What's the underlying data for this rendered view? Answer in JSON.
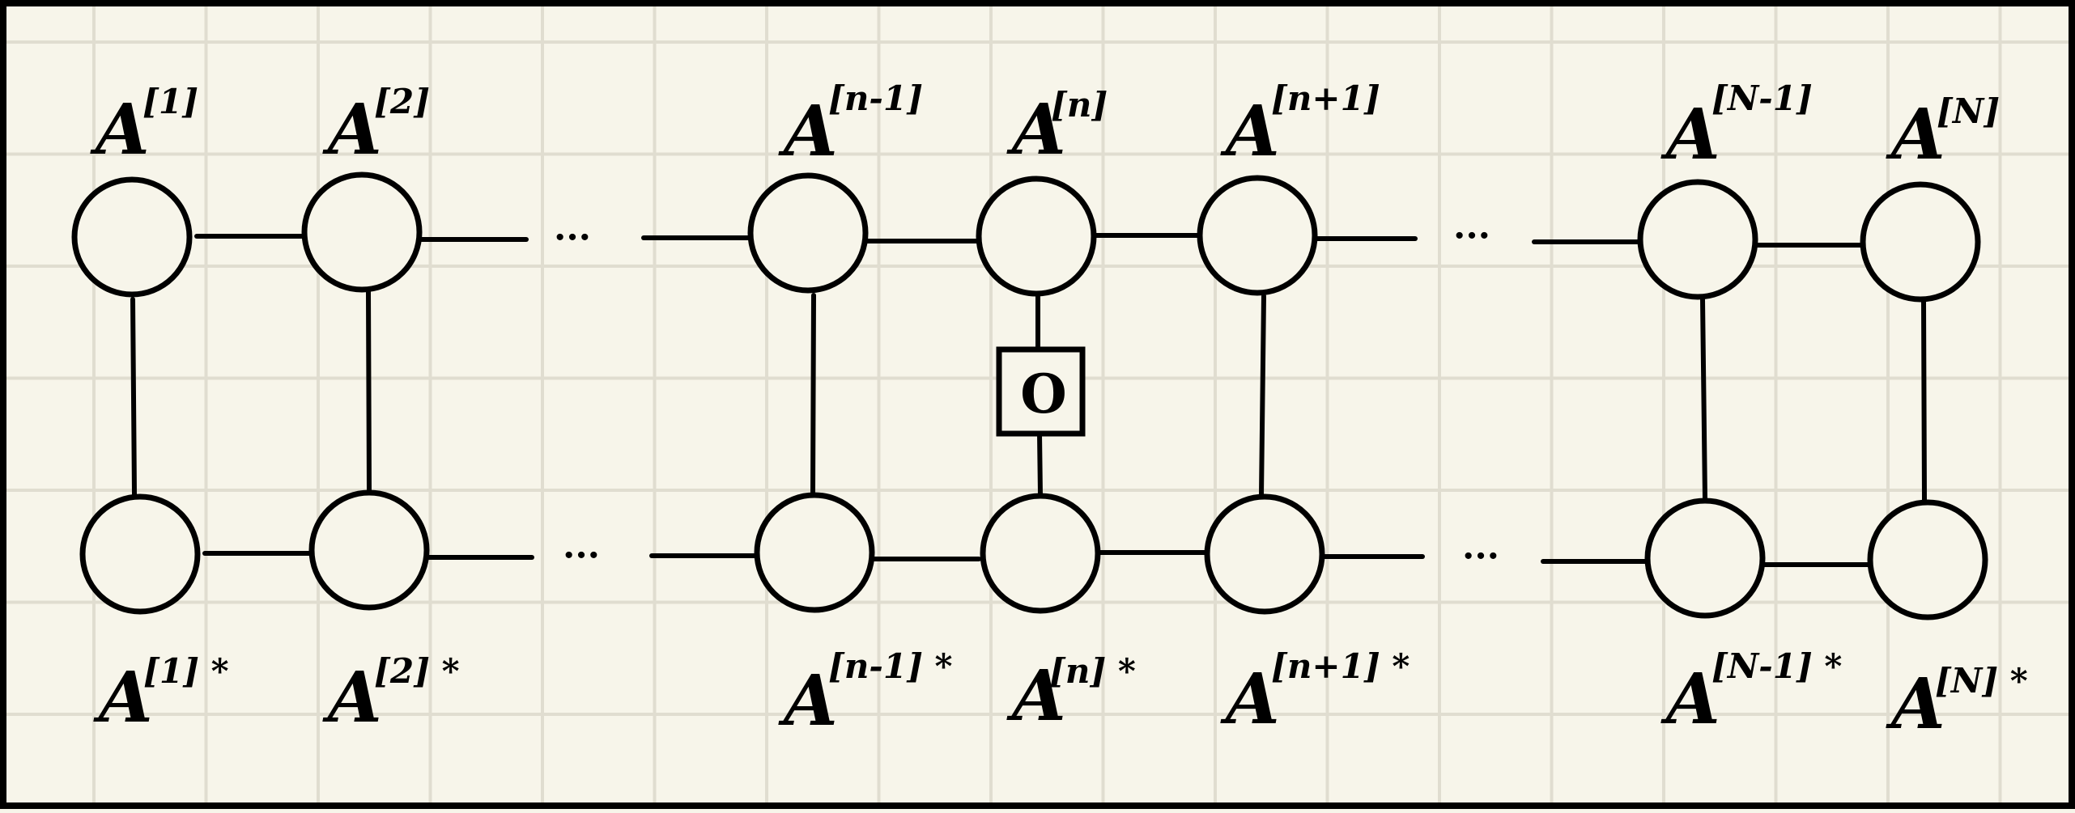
{
  "colors": {
    "background": "#f7f5ea",
    "grid": "#e0ddd0",
    "ink": "#000000"
  },
  "diagram": {
    "top_row": {
      "sites": [
        {
          "base": "A",
          "index": "[1]"
        },
        {
          "base": "A",
          "index": "[2]"
        },
        {
          "base": "A",
          "index": "[n-1]"
        },
        {
          "base": "A",
          "index": "[n]"
        },
        {
          "base": "A",
          "index": "[n+1]"
        },
        {
          "base": "A",
          "index": "[N-1]"
        },
        {
          "base": "A",
          "index": "[N]"
        }
      ]
    },
    "bottom_row": {
      "sites": [
        {
          "base": "A",
          "index": "[1] *"
        },
        {
          "base": "A",
          "index": "[2] *"
        },
        {
          "base": "A",
          "index": "[n-1] *"
        },
        {
          "base": "A",
          "index": "[n] *"
        },
        {
          "base": "A",
          "index": "[n+1] *"
        },
        {
          "base": "A",
          "index": "[N-1] *"
        },
        {
          "base": "A",
          "index": "[N] *"
        }
      ]
    },
    "operator": {
      "label": "O"
    },
    "ellipses": [
      "···",
      "···",
      "···",
      "···"
    ]
  }
}
